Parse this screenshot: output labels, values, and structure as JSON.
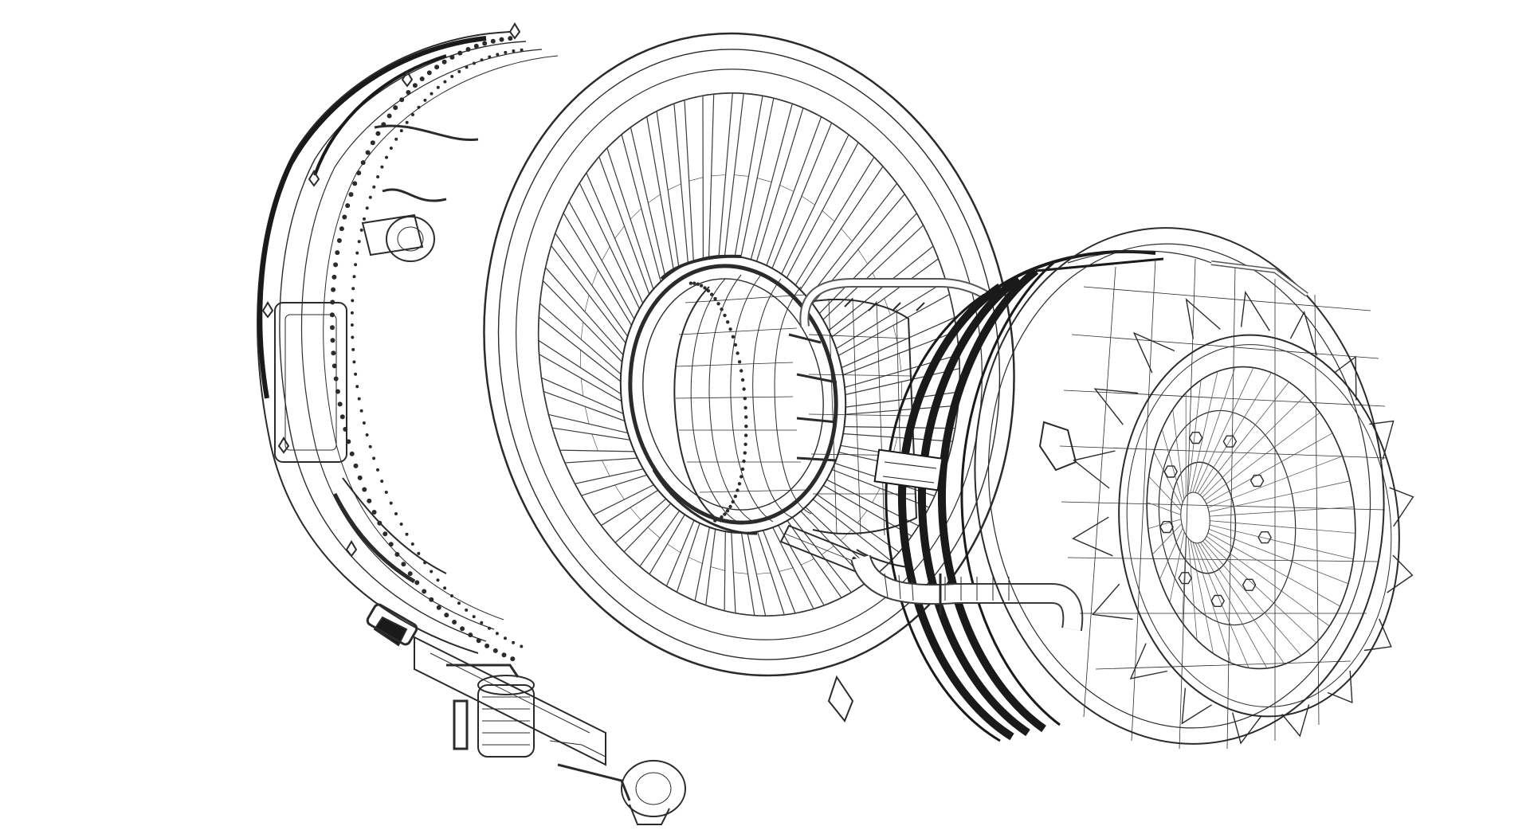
{
  "drawing": {
    "subject": "",
    "style": "wireframe",
    "background_color": "#ffffff",
    "line_color": "#2b2b2b",
    "dark_band_color": "#1a1a1a",
    "light_line_color": "#8a8a8a",
    "fan_blade_count": 44,
    "nozzle_chevron_count": 18,
    "bolt_hole_count": 9
  }
}
